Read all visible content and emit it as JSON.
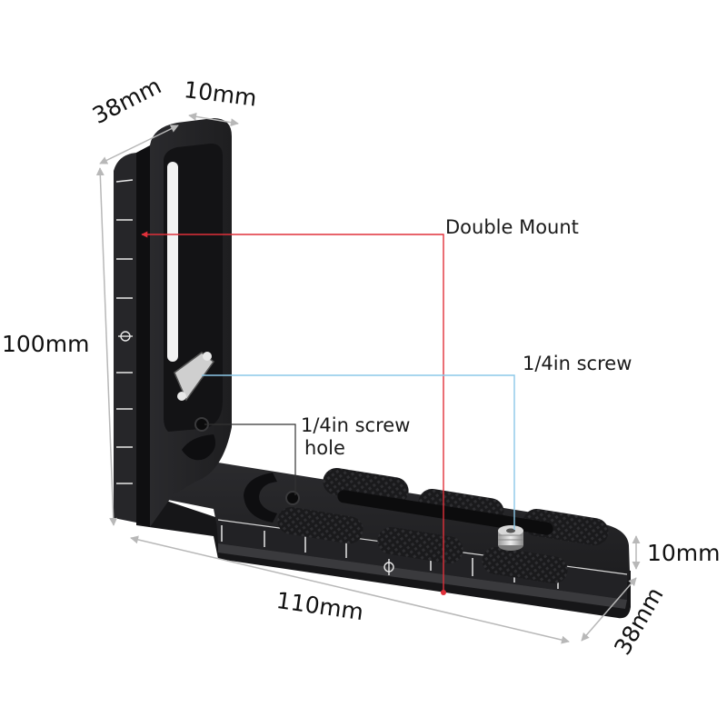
{
  "dimensions": {
    "vertical_depth": "38mm",
    "vertical_thickness": "10mm",
    "vertical_height": "100mm",
    "base_length": "110mm",
    "base_thickness": "10mm",
    "base_depth": "38mm"
  },
  "callouts": {
    "double_mount": "Double Mount",
    "screw": "1/4in screw",
    "screw_hole_line1": "1/4in screw",
    "screw_hole_line2": "hole"
  },
  "colors": {
    "background": "#ffffff",
    "metal_dark": "#1c1c1e",
    "metal_mid": "#2c2c2f",
    "metal_edge": "#4a4a4e",
    "double_mount_line": "#e0303a",
    "screw_line": "#8cc8e8",
    "screw_hole_line": "#333333",
    "dimension_arrow": "#b8b8b8"
  }
}
